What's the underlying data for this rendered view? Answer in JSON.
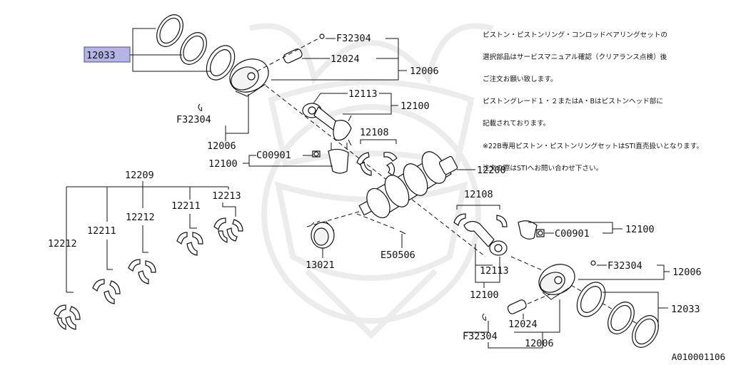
{
  "notes": {
    "line1": "ピストン・ピストンリング・コンロッドベアリングセットの",
    "line2": "選択部品はサービスマニュアル確認（クリアランス点検）後",
    "line3": "ご注文お願い致します。",
    "line4": "ピストングレード１・２またはA・Bはピストンヘッド部に",
    "line5": "記載されております。",
    "line6": "※22B専用ピストン・ピストンリングセットはSTI直売扱いとなります。",
    "line7": "注文の際はSTIへお問い合わせ下さい。"
  },
  "diagram_id": "A010001106",
  "parts": {
    "p12033_top": "12033",
    "p32304_top": "F32304",
    "p12024_top": "12024",
    "p12006_top_right": "12006",
    "p32304_left": "F32304",
    "p12006_left": "12006",
    "p12113_top": "12113",
    "p12100_top": "12100",
    "p12108_top": "12108",
    "p00901_top": "C00901",
    "p12100_left": "12100",
    "p12200": "12200",
    "p12209": "12209",
    "p12212_a": "12212",
    "p12211_a": "12211",
    "p12212_b": "12212",
    "p12211_b": "12211",
    "p12213": "12213",
    "p12108_right": "12108",
    "p00901_right": "C00901",
    "p12100_right": "12100",
    "p13021": "13021",
    "p50506": "E50506",
    "p12113_bottom": "12113",
    "p12100_bottom": "12100",
    "p32304_right": "F32304",
    "p12006_right": "12006",
    "p12033_right": "12033",
    "p12024_bottom": "12024",
    "p32304_bottom": "F32304",
    "p12006_bottom": "12006"
  },
  "colors": {
    "highlight": "#b4b4e6",
    "highlight_border": "#4a4aa8",
    "ink": "#111111"
  }
}
